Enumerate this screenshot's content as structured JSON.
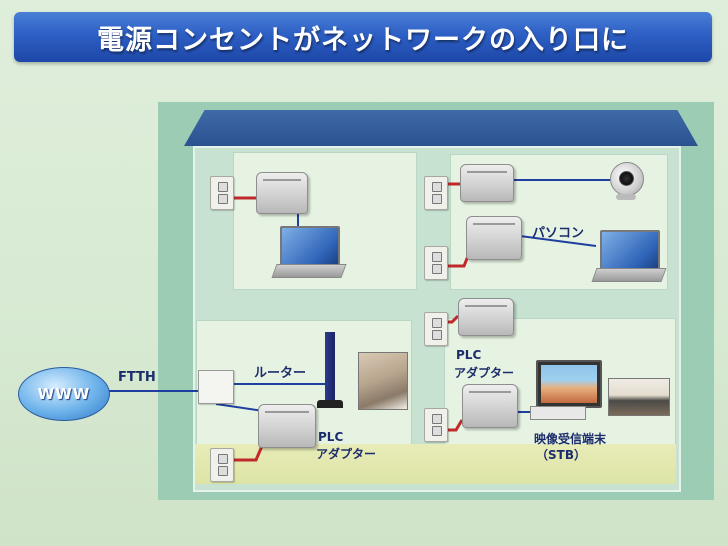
{
  "slide": {
    "title": "電源コンセントがネットワークの入り口に"
  },
  "diagram": {
    "internet_label": "WWW",
    "ftth_label": "FTTH",
    "router_label": "ルーター",
    "plc_adapter_label_lower_line1": "PLC",
    "plc_adapter_label_lower_line2": "アダプター",
    "plc_adapter_label_mid_line1": "PLC",
    "plc_adapter_label_mid_line2": "アダプター",
    "pc_label": "パソコン",
    "stb_label_line1": "映像受信端末",
    "stb_label_line2": "（STB）"
  },
  "colors": {
    "title_bar": "#2d5fc4",
    "house_frame": "#9dccb5",
    "roof": "#2b5191",
    "network_line": "#1f3fa0",
    "power_cord": "#c0282c"
  }
}
